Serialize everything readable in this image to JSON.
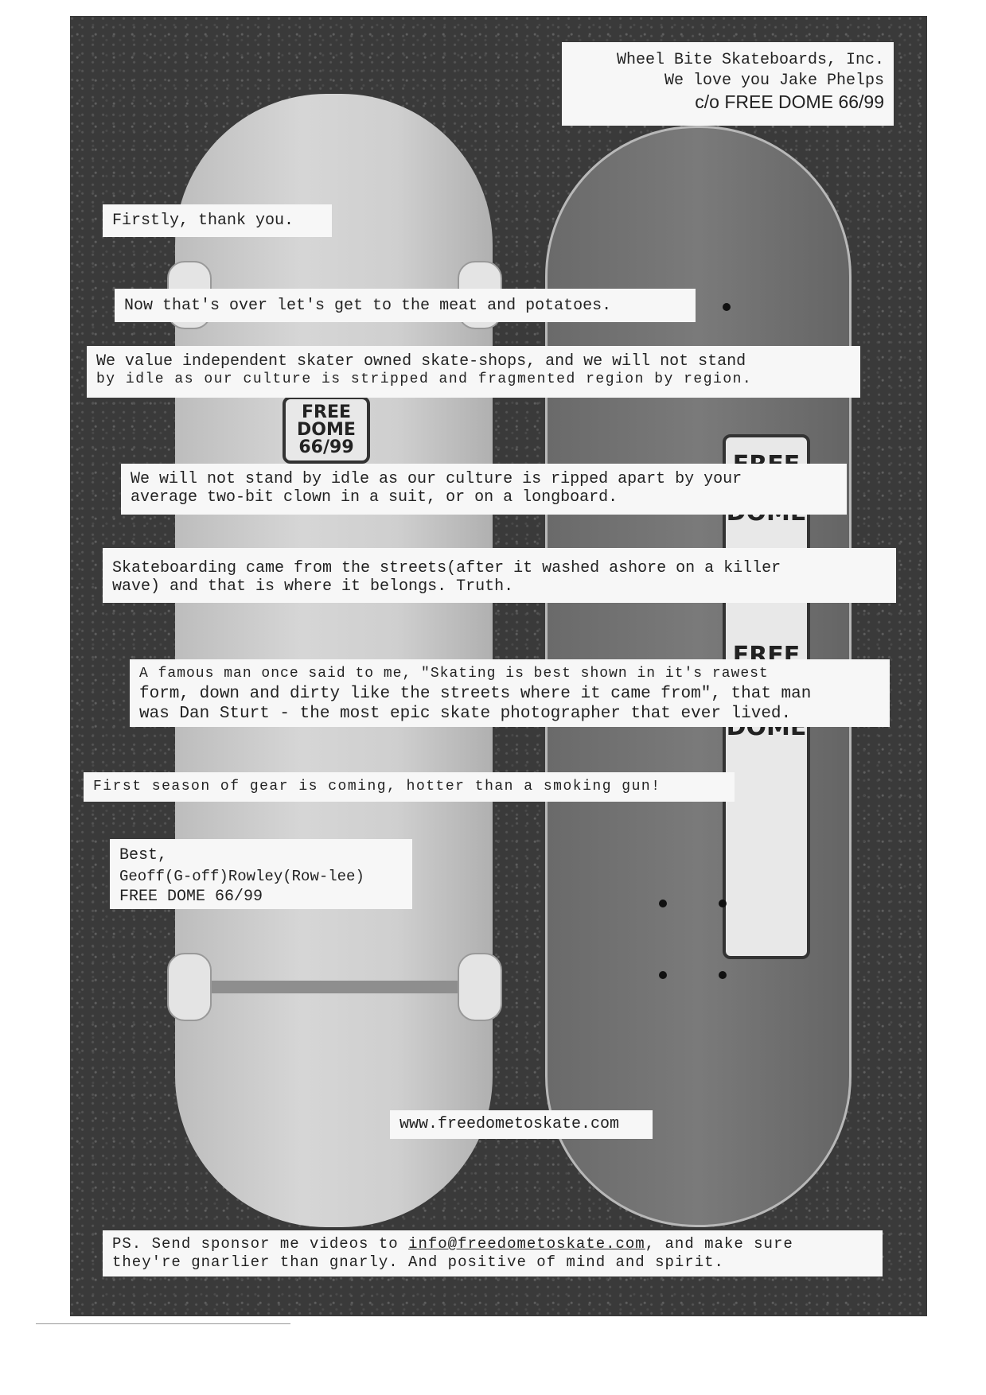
{
  "header": {
    "line1": "Wheel Bite Skateboards, Inc.",
    "line2": "We love you Jake Phelps",
    "line3": "c/o FREE DOME 66/99"
  },
  "paragraphs": {
    "p1": "Firstly, thank you.",
    "p2": "Now that's over let's get to the meat and potatoes.",
    "p3a": "We value independent skater owned skate-shops, and we will not stand",
    "p3b": "by idle as our culture is stripped and fragmented region by region.",
    "p4a": "We will not stand by idle as our culture is ripped apart by your",
    "p4b": "average two-bit clown in a suit, or on a longboard.",
    "p5a": "Skateboarding came from the streets(after it washed ashore on a killer",
    "p5b": "wave) and that is where it belongs. Truth.",
    "p6a": "A famous man once said to me, \"Skating is best shown in it's rawest",
    "p6b": "form, down and dirty like the streets where it came from\", that man",
    "p6c": "was Dan Sturt - the most epic skate photographer that ever lived.",
    "p7": "First season of gear is coming, hotter than a smoking gun!"
  },
  "signoff": {
    "line1": "Best,",
    "line2": "Geoff(G-off)Rowley(Row-lee)",
    "line3": "FREE DOME 66/99"
  },
  "website": "www.freedometoskate.com",
  "ps": {
    "prefix": "PS. Send sponsor me videos to ",
    "email": "info@freedometoskate.com",
    "suffix": ", and make sure",
    "line2": "they're gnarlier than gnarly. And positive of mind and spirit."
  },
  "stickers": {
    "left": "FREE DOME 66/99",
    "right": "FREE DOME"
  }
}
